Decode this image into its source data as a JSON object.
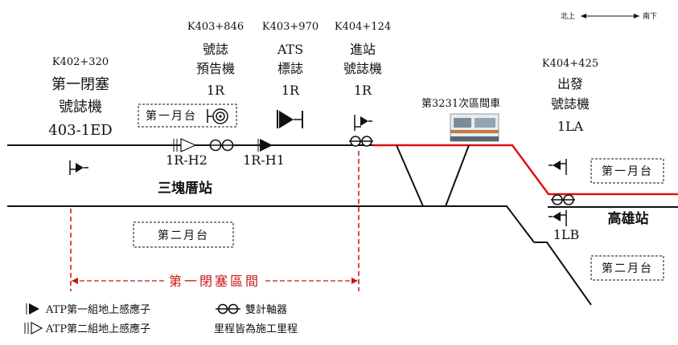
{
  "direction": {
    "north": "北上",
    "south": "南下"
  },
  "signals": {
    "block_signal": {
      "km": "K402+320",
      "line1": "第一閉塞",
      "line2": "號誌機",
      "id": "403-1ED"
    },
    "warning_signal": {
      "km": "K403+846",
      "line1": "號誌",
      "line2": "預告機",
      "id": "1R"
    },
    "ats_marker": {
      "km": "K403+970",
      "line1": "ATS",
      "line2": "標誌",
      "id": "1R"
    },
    "home_signal": {
      "km": "K404+124",
      "line1": "進站",
      "line2": "號誌機",
      "id": "1R"
    },
    "departure_signal": {
      "km": "K404+425",
      "line1": "出發",
      "line2": "號誌機",
      "id": "1LA"
    }
  },
  "balises": {
    "h2": "1R-H2",
    "h1": "1R-H1"
  },
  "train_label": "第3231次區間車",
  "stations": {
    "sankuaicuo": "三塊厝站",
    "kaohsiung": "高雄站"
  },
  "platforms": {
    "sk_p1": "第一月台",
    "sk_p2": "第二月台",
    "kh_p1": "第一月台",
    "kh_p2": "第二月台"
  },
  "signal_1lb": "1LB",
  "block_section": "第一閉塞區間",
  "legend": {
    "balise1": "ATP第一組地上感應子",
    "balise2": "ATP第二組地上感應子",
    "axle_counter": "雙計軸器",
    "note": "里程皆為施工里程"
  },
  "colors": {
    "route": "#e01010",
    "block": "#cc1111",
    "track": "#111111"
  }
}
